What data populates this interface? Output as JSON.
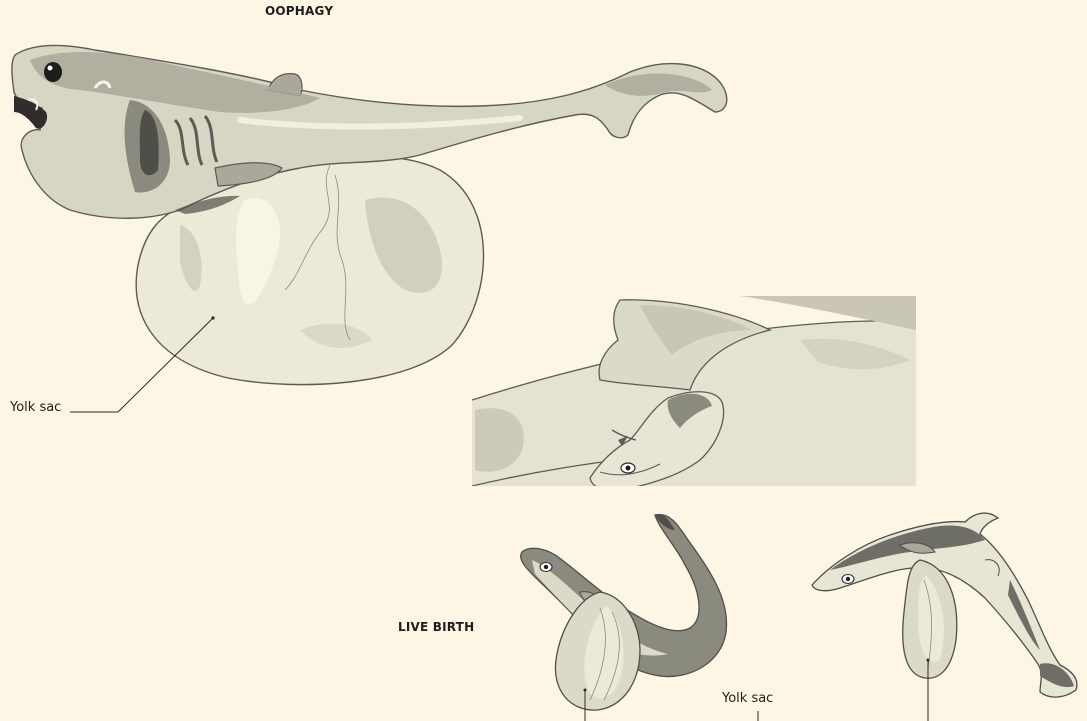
{
  "headings": {
    "oophagy": "OOPHAGY",
    "live_birth": "LIVE BIRTH"
  },
  "callouts": {
    "yolk_sac_upper": "Yolk sac",
    "yolk_sac_lower": "Yolk sac"
  },
  "colors": {
    "background": "#fdf6e4",
    "skin_light": "#dbd9c7",
    "skin_mid": "#a9a89a",
    "skin_dark": "#6f6e66",
    "yolk": "#ece9d6",
    "yolk_highlight": "#f7f5e7",
    "leader_line": "#2a2a2a"
  }
}
